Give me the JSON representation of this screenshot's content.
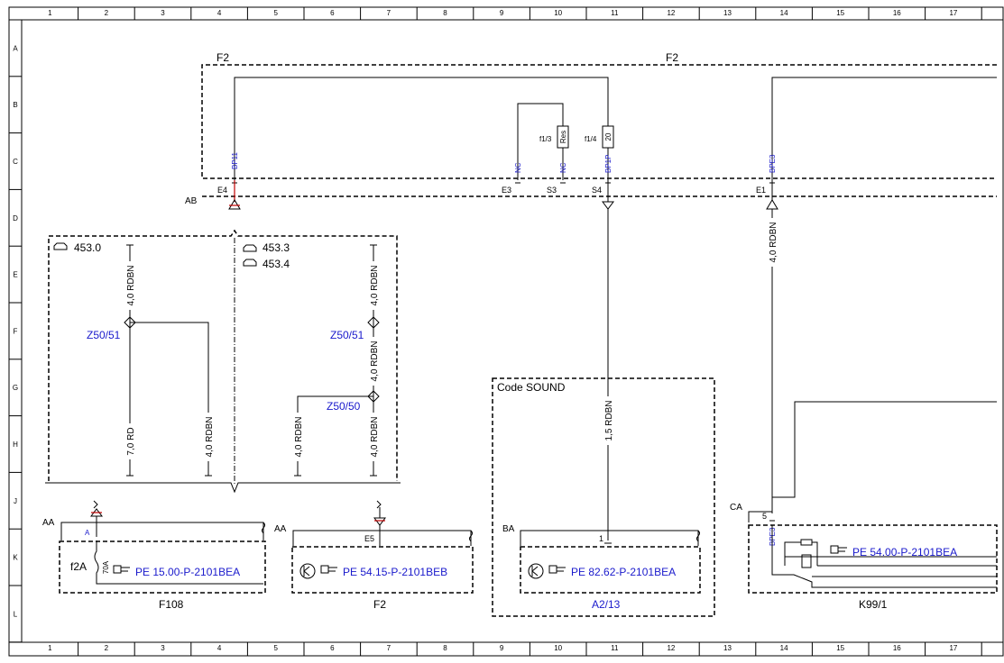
{
  "grid": {
    "columns": [
      "1",
      "2",
      "3",
      "4",
      "5",
      "6",
      "7",
      "8",
      "9",
      "10",
      "11",
      "12",
      "13",
      "14",
      "15",
      "16",
      "17"
    ],
    "rows": [
      "A",
      "B",
      "C",
      "D",
      "E",
      "F",
      "G",
      "H",
      "J",
      "K",
      "L"
    ]
  },
  "connectors": {
    "f2_left": "F2",
    "f2_right": "F2",
    "ab": "AB",
    "aa_1": "AA",
    "aa_2": "AA",
    "ba": "BA",
    "ca": "CA"
  },
  "pins": {
    "bp11": "BP11",
    "nc1": "NC",
    "nc2": "NC",
    "bp1p": "BP1P",
    "bpe3": "BPE3",
    "e4": "E4",
    "e3": "E3",
    "s3": "S3",
    "s4": "S4",
    "e1": "E1",
    "e5": "E5",
    "a": "A",
    "one": "1",
    "five": "5",
    "bpe3_lower": "BPE3"
  },
  "fuses": {
    "f13_label": "f1/3",
    "f13_value": "Res",
    "f14_label": "f1/4",
    "f14_value": "20",
    "f2a_label": "f2A",
    "f2a_value": "70A"
  },
  "variants": {
    "v1": "453.0",
    "v2": "453.3",
    "v3": "453.4"
  },
  "wires": {
    "w1": "4,0 RDBN",
    "w2": "7,0 RD",
    "w3": "4,0 RDBN",
    "w4": "4,0 RDBN",
    "w5": "4,0 RDBN",
    "w6": "4,0 RDBN",
    "w7": "4,0 RDBN",
    "w8": "1,5 RDBN",
    "w9": "4,0 RDBN"
  },
  "splices": {
    "z1": "Z50/51",
    "z2": "Z50/51",
    "z3": "Z50/50"
  },
  "code_box": "Code SOUND",
  "components": {
    "f108": {
      "ref": "PE 15.00-P-2101BEA",
      "name": "F108"
    },
    "f2": {
      "ref": "PE 54.15-P-2101BEB",
      "name": "F2"
    },
    "a213": {
      "ref": "PE 82.62-P-2101BEA",
      "name": "A2/13"
    },
    "k991": {
      "ref": "PE 54.00-P-2101BEA",
      "name": "K99/1"
    }
  }
}
